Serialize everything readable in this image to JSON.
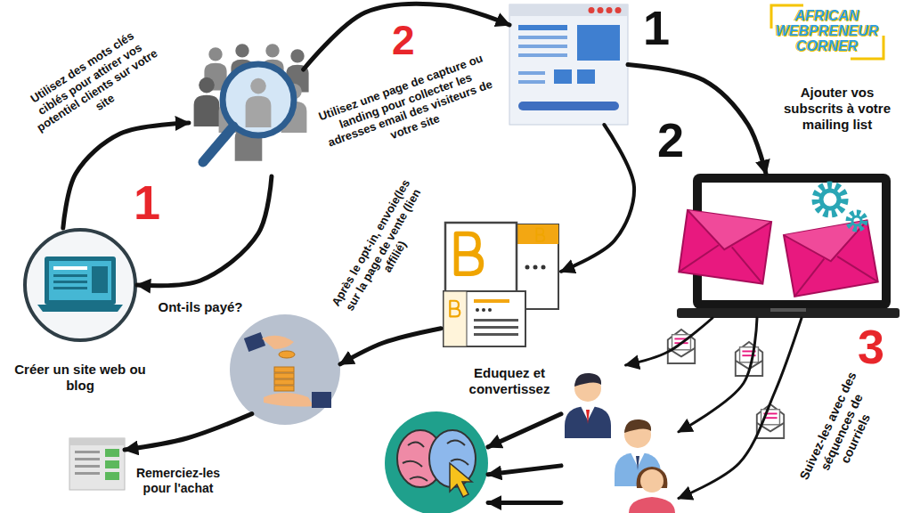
{
  "diagram": {
    "nodes": [
      {
        "text": [
          "Créer un site web ou blog"
        ]
      },
      {
        "text": [
          "Utilisez des mots clés ciblés pour attirer vos potentiel clients sur votre site"
        ]
      },
      {
        "text": [
          "Utilisez une page de capture ou landing pour collecter les adresses email des visiteurs de votre site"
        ]
      },
      {
        "text": [
          "Ajouter vos subscrits à votre mailing list"
        ]
      },
      {
        "text": [
          "Après le opt-in, envoie(les sur la page de vente (lien affilié)"
        ]
      },
      {
        "text": [
          "Ont-ils payé?"
        ]
      },
      {
        "text": [
          "Remerciez-les pour l'achat"
        ]
      },
      {
        "text": [
          "Suivez-les avec des séquences de courriels"
        ]
      },
      {
        "text": [
          "Eduquez et convertissez"
        ]
      }
    ],
    "edges": [
      {
        "from": 0,
        "to": 1,
        "arrow": "to"
      },
      {
        "from": 1,
        "to": 0,
        "arrow": "to"
      },
      {
        "from": 1,
        "to": 2,
        "arrow": "to"
      },
      {
        "from": 2,
        "to": 3,
        "arrow": "to"
      },
      {
        "from": 2,
        "to": 4,
        "arrow": "to"
      },
      {
        "from": 4,
        "to": 5,
        "arrow": "to"
      },
      {
        "from": 5,
        "to": 6,
        "arrow": "to"
      },
      {
        "from": 3,
        "to": 7,
        "arrow": "to"
      },
      {
        "from": 7,
        "to": 8,
        "arrow": "to"
      }
    ],
    "labels": [
      "1",
      "2",
      "1",
      "2",
      "3",
      "AFRICAN WEBPRENEUR CORNER"
    ]
  }
}
